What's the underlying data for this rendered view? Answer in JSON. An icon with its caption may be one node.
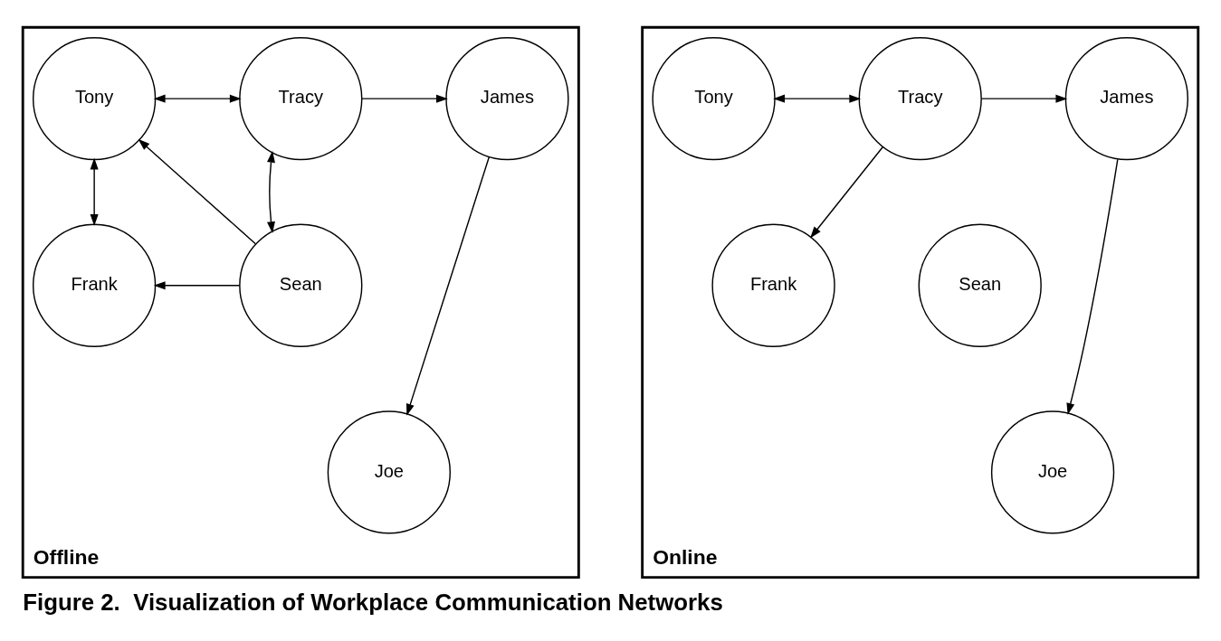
{
  "diagram": {
    "caption": "Figure 2.  Visualization of Workplace Communication Networks",
    "nodes": [
      {
        "text": [
          "Offline"
        ]
      },
      {
        "text": [
          "Tony"
        ],
        "in": 0
      },
      {
        "text": [
          "Tracy"
        ],
        "in": 0
      },
      {
        "text": [
          "James"
        ],
        "in": 0
      },
      {
        "text": [
          "Frank"
        ],
        "in": 0
      },
      {
        "text": [
          "Sean"
        ],
        "in": 0
      },
      {
        "text": [
          "Joe"
        ],
        "in": 0
      },
      {
        "text": [
          "Online"
        ]
      },
      {
        "text": [
          "Tony"
        ],
        "in": 7
      },
      {
        "text": [
          "Tracy"
        ],
        "in": 7
      },
      {
        "text": [
          "James"
        ],
        "in": 7
      },
      {
        "text": [
          "Frank"
        ],
        "in": 7
      },
      {
        "text": [
          "Sean"
        ],
        "in": 7
      },
      {
        "text": [
          "Joe"
        ],
        "in": 7
      }
    ],
    "edges": [
      {
        "from": 1,
        "to": 2,
        "arrow": "both"
      },
      {
        "from": 2,
        "to": 3,
        "arrow": "to"
      },
      {
        "from": 1,
        "to": 4,
        "arrow": "both"
      },
      {
        "from": 2,
        "to": 5,
        "arrow": "both"
      },
      {
        "from": 5,
        "to": 1,
        "arrow": "to"
      },
      {
        "from": 5,
        "to": 4,
        "arrow": "to"
      },
      {
        "from": 3,
        "to": 6,
        "arrow": "to"
      },
      {
        "from": 8,
        "to": 9,
        "arrow": "both"
      },
      {
        "from": 9,
        "to": 10,
        "arrow": "to"
      },
      {
        "from": 9,
        "to": 11,
        "arrow": "to"
      },
      {
        "from": 10,
        "to": 13,
        "arrow": "to"
      }
    ]
  }
}
